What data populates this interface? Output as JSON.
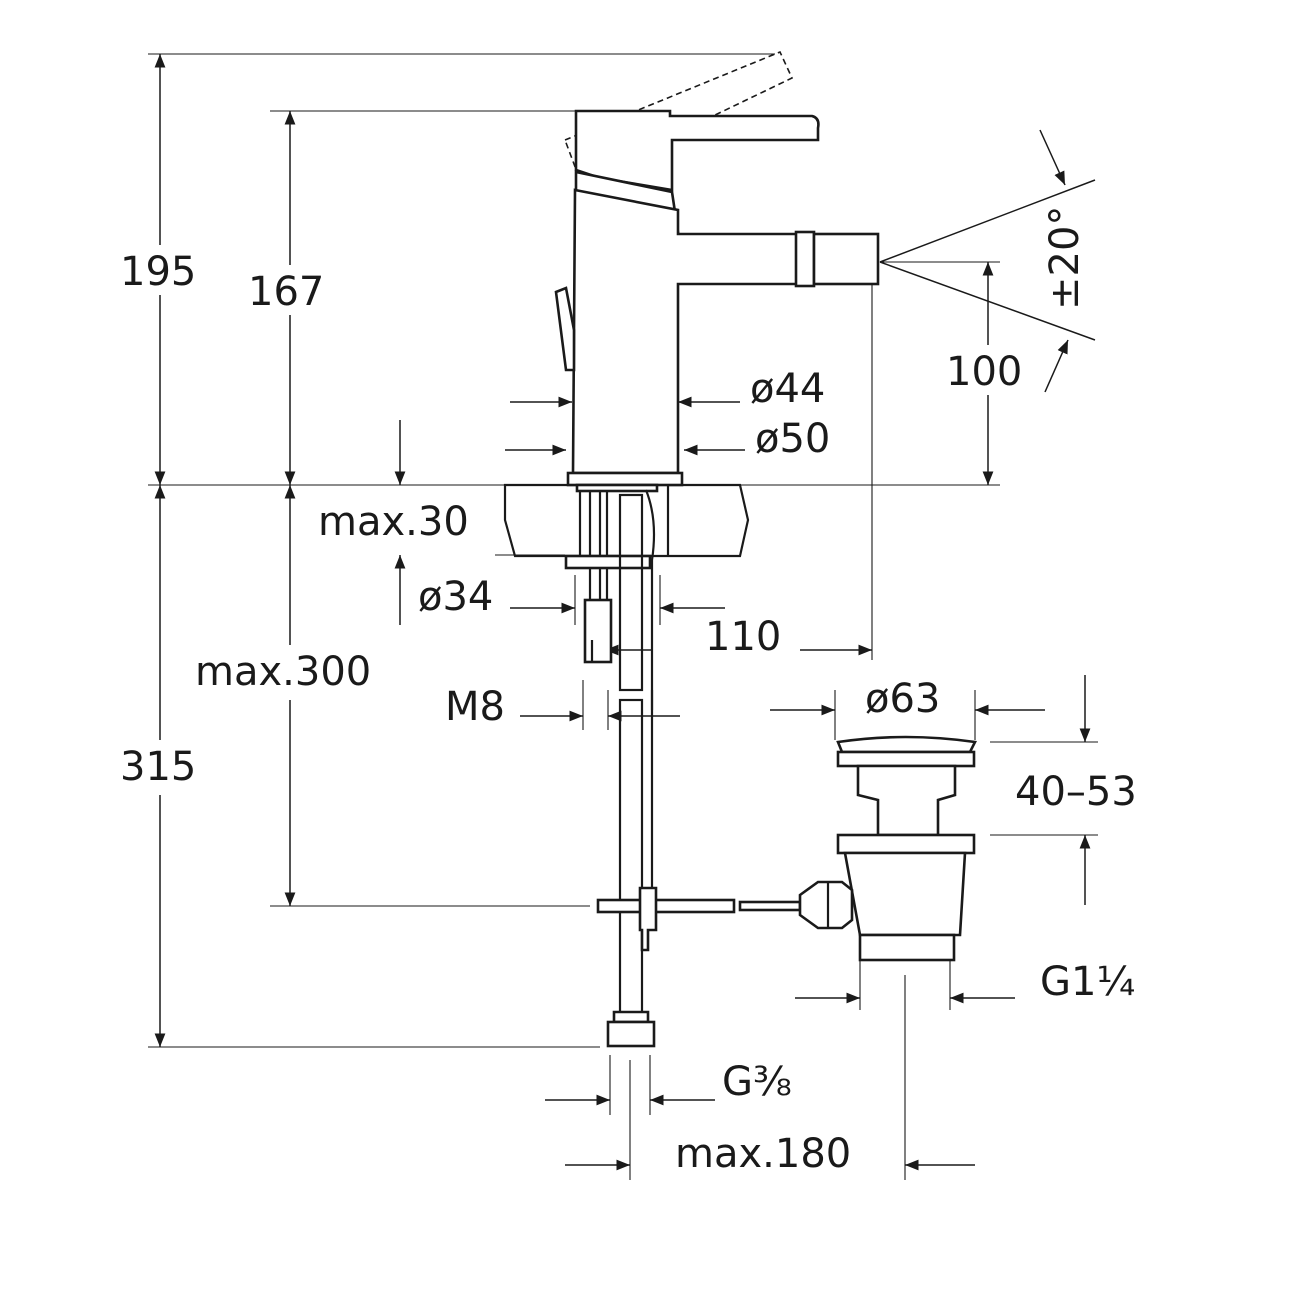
{
  "dimensions": {
    "total_height": "195",
    "spout_height": "167",
    "jet_height": "100",
    "jet_angle": "±20°",
    "body_diameter": "ø44",
    "base_diameter": "ø50",
    "max_deck": "max.30",
    "shank_diameter": "ø34",
    "spout_reach": "110",
    "max_below": "max.300",
    "stud": "M8",
    "waste_diameter": "ø63",
    "waste_range": "40–53",
    "below_deck": "315",
    "waste_thread": "G1¼",
    "supply_thread": "G⅜",
    "max_offset": "max.180"
  }
}
